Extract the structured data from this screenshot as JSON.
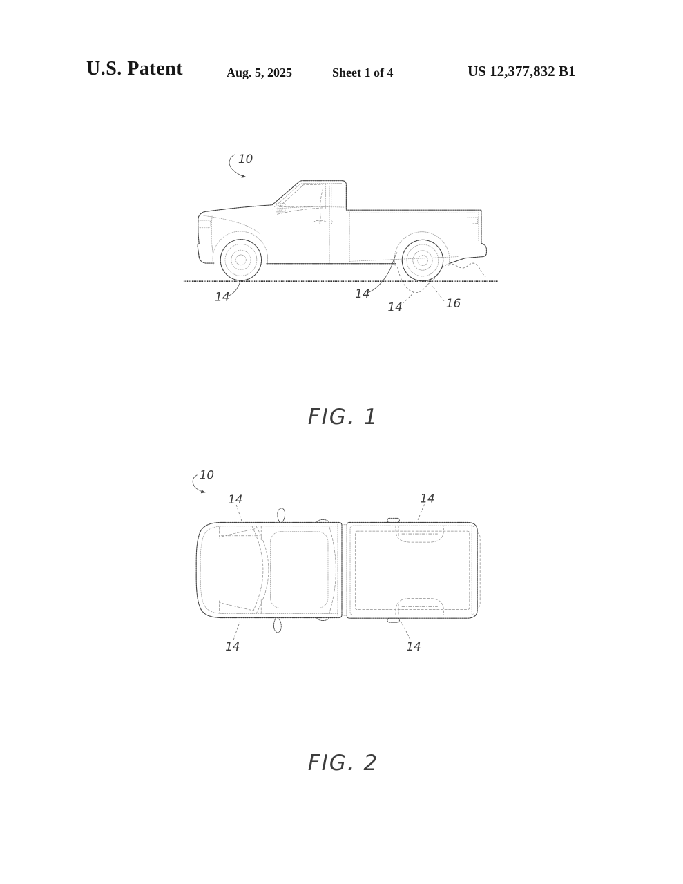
{
  "header": {
    "title": "U.S. Patent",
    "date": "Aug. 5, 2025",
    "sheet_info": "Sheet 1 of 4",
    "patent_number": "US 12,377,832 B1"
  },
  "colors": {
    "outline": "#3e3e3e",
    "detail": "#9b9b9b",
    "label": "#3a3a3a",
    "ground": "#303030",
    "background": "#ffffff"
  },
  "figure1": {
    "caption": "FIG. 1",
    "labels": {
      "ref10": "10",
      "ref14_front": "14",
      "ref14_rear": "14",
      "ref14_under": "14",
      "ref16": "16"
    }
  },
  "figure2": {
    "caption": "FIG. 2",
    "labels": {
      "ref10": "10",
      "ref14_top_left": "14",
      "ref14_top_right": "14",
      "ref14_bottom_left": "14",
      "ref14_bottom_right": "14"
    }
  }
}
